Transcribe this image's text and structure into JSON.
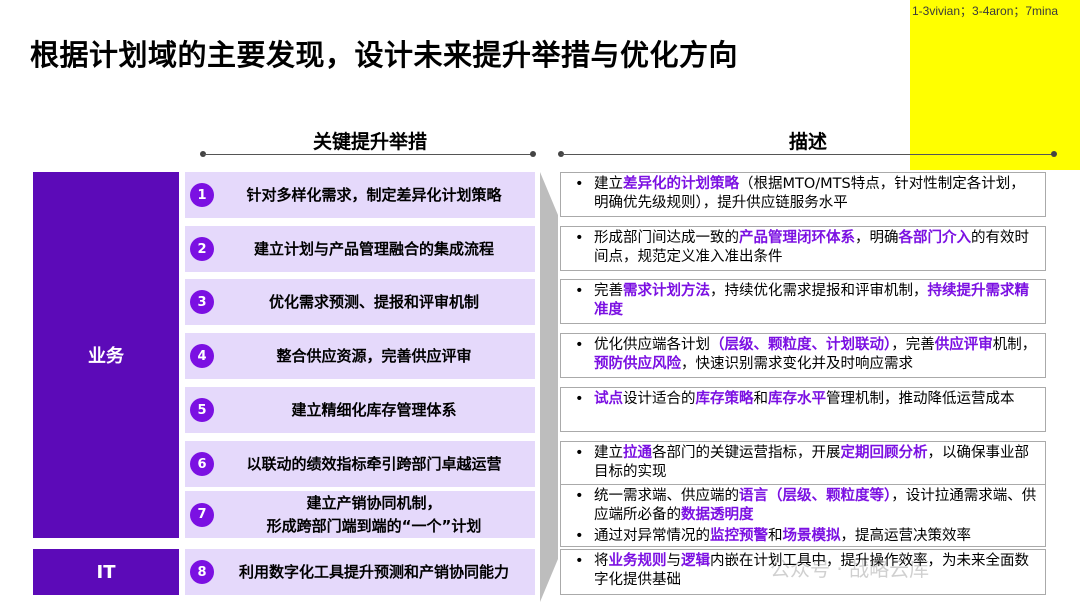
{
  "title": "根据计划域的主要发现，设计未来提升举措与优化方向",
  "sticky_note": "1-3vivian；3-4aron；7mina",
  "headers": {
    "actions": "关键提升举措",
    "description": "描述"
  },
  "categories": [
    {
      "label": "业务"
    },
    {
      "label": "IT"
    }
  ],
  "actions": [
    {
      "num": "1",
      "lines": [
        "针对多样化需求，制定差异化计划策略"
      ]
    },
    {
      "num": "2",
      "lines": [
        "建立计划与产品管理融合的集成流程"
      ]
    },
    {
      "num": "3",
      "lines": [
        "优化需求预测、提报和评审机制"
      ]
    },
    {
      "num": "4",
      "lines": [
        "整合供应资源，完善供应评审"
      ]
    },
    {
      "num": "5",
      "lines": [
        "建立精细化库存管理体系"
      ]
    },
    {
      "num": "6",
      "lines": [
        "以联动的绩效指标牵引跨部门卓越运营"
      ]
    },
    {
      "num": "7",
      "lines": [
        "建立产销协同机制，",
        "形成跨部门端到端的“一个”计划"
      ]
    },
    {
      "num": "8",
      "lines": [
        "利用数字化工具提升预测和产销协同能力"
      ]
    }
  ],
  "descriptions": [
    {
      "bullets": [
        [
          {
            "t": "建立"
          },
          {
            "t": "差异化的计划策略",
            "h": true
          },
          {
            "t": "（根据MTO/MTS特点，针对性制定各计划，明确优先级规则），提升供应链服务水平"
          }
        ]
      ]
    },
    {
      "bullets": [
        [
          {
            "t": "形成部门间达成一致的"
          },
          {
            "t": "产品管理闭环体系",
            "h": true
          },
          {
            "t": "，明确"
          },
          {
            "t": "各部门介入",
            "h": true
          },
          {
            "t": "的有效时间点，规范定义准入准出条件"
          }
        ]
      ]
    },
    {
      "bullets": [
        [
          {
            "t": "完善"
          },
          {
            "t": "需求计划方法",
            "h": true
          },
          {
            "t": "，持续优化需求提报和评审机制，"
          },
          {
            "t": "持续提升需求精准度",
            "h": true
          }
        ]
      ]
    },
    {
      "bullets": [
        [
          {
            "t": "优化供应端各计划"
          },
          {
            "t": "（层级、颗粒度、计划联动）",
            "h": true
          },
          {
            "t": "，完善"
          },
          {
            "t": "供应评审",
            "h": true
          },
          {
            "t": "机制，"
          },
          {
            "t": "预防供应风险",
            "h": true
          },
          {
            "t": "，快速识别需求变化并及时响应需求"
          }
        ]
      ]
    },
    {
      "bullets": [
        [
          {
            "t": "试点",
            "h": true
          },
          {
            "t": "设计适合的"
          },
          {
            "t": "库存策略",
            "h": true
          },
          {
            "t": "和"
          },
          {
            "t": "库存水平",
            "h": true
          },
          {
            "t": "管理机制，推动降低运营成本"
          }
        ]
      ]
    },
    {
      "bullets": [
        [
          {
            "t": "建立"
          },
          {
            "t": "拉通",
            "h": true
          },
          {
            "t": "各部门的关键运营指标，开展"
          },
          {
            "t": "定期回顾分析",
            "h": true
          },
          {
            "t": "，以确保事业部目标的实现"
          }
        ]
      ]
    },
    {
      "bullets": [
        [
          {
            "t": "统一需求端、供应端的"
          },
          {
            "t": "语言（层级、颗粒度等）",
            "h": true
          },
          {
            "t": "，设计拉通需求端、供应端所必备的"
          },
          {
            "t": "数据透明度",
            "h": true
          }
        ],
        [
          {
            "t": "通过对异常情况的"
          },
          {
            "t": "监控预警",
            "h": true
          },
          {
            "t": "和"
          },
          {
            "t": "场景模拟",
            "h": true
          },
          {
            "t": "，提高运营决策效率"
          }
        ]
      ]
    },
    {
      "bullets": [
        [
          {
            "t": "将"
          },
          {
            "t": "业务规则",
            "h": true
          },
          {
            "t": "与"
          },
          {
            "t": "逻辑",
            "h": true
          },
          {
            "t": "内嵌在计划工具中，提升操作效率，为未来全面数字化提供基础"
          }
        ]
      ]
    }
  ],
  "watermark": "公众号 · 战略云库",
  "colors": {
    "accent": "#7b10e2",
    "category_bg": "#5c0ab8",
    "action_bg": "#e5d9fb",
    "sticky": "#ffff00"
  }
}
